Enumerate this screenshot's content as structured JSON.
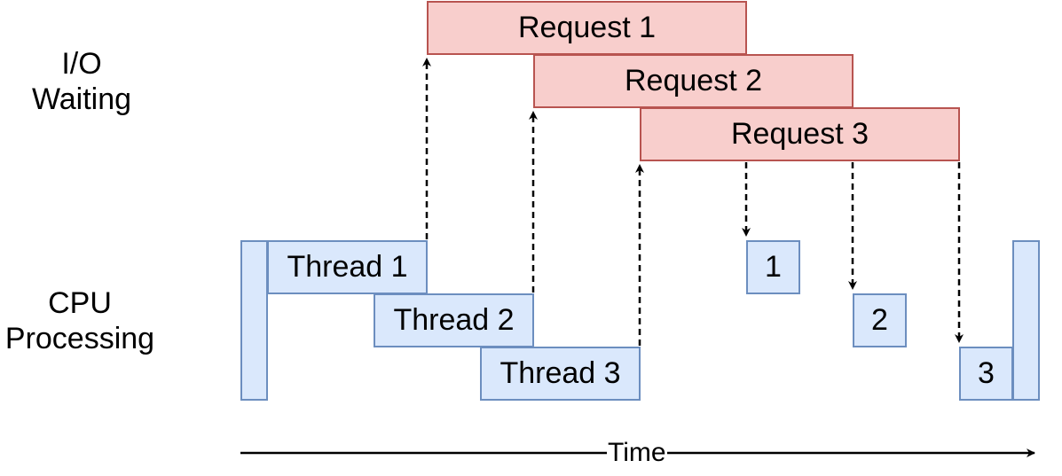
{
  "labels": {
    "io": [
      "I/O",
      "Waiting"
    ],
    "cpu": [
      "CPU",
      "Processing"
    ],
    "time": "Time"
  },
  "requests": [
    "Request 1",
    "Request 2",
    "Request 3"
  ],
  "threads": [
    "Thread 1",
    "Thread 2",
    "Thread 3"
  ],
  "completions": [
    "1",
    "2",
    "3"
  ],
  "colors": {
    "request_fill": "#f8cecc",
    "request_stroke": "#b85450",
    "cpu_fill": "#dae8fc",
    "cpu_stroke": "#6c8ebf"
  }
}
